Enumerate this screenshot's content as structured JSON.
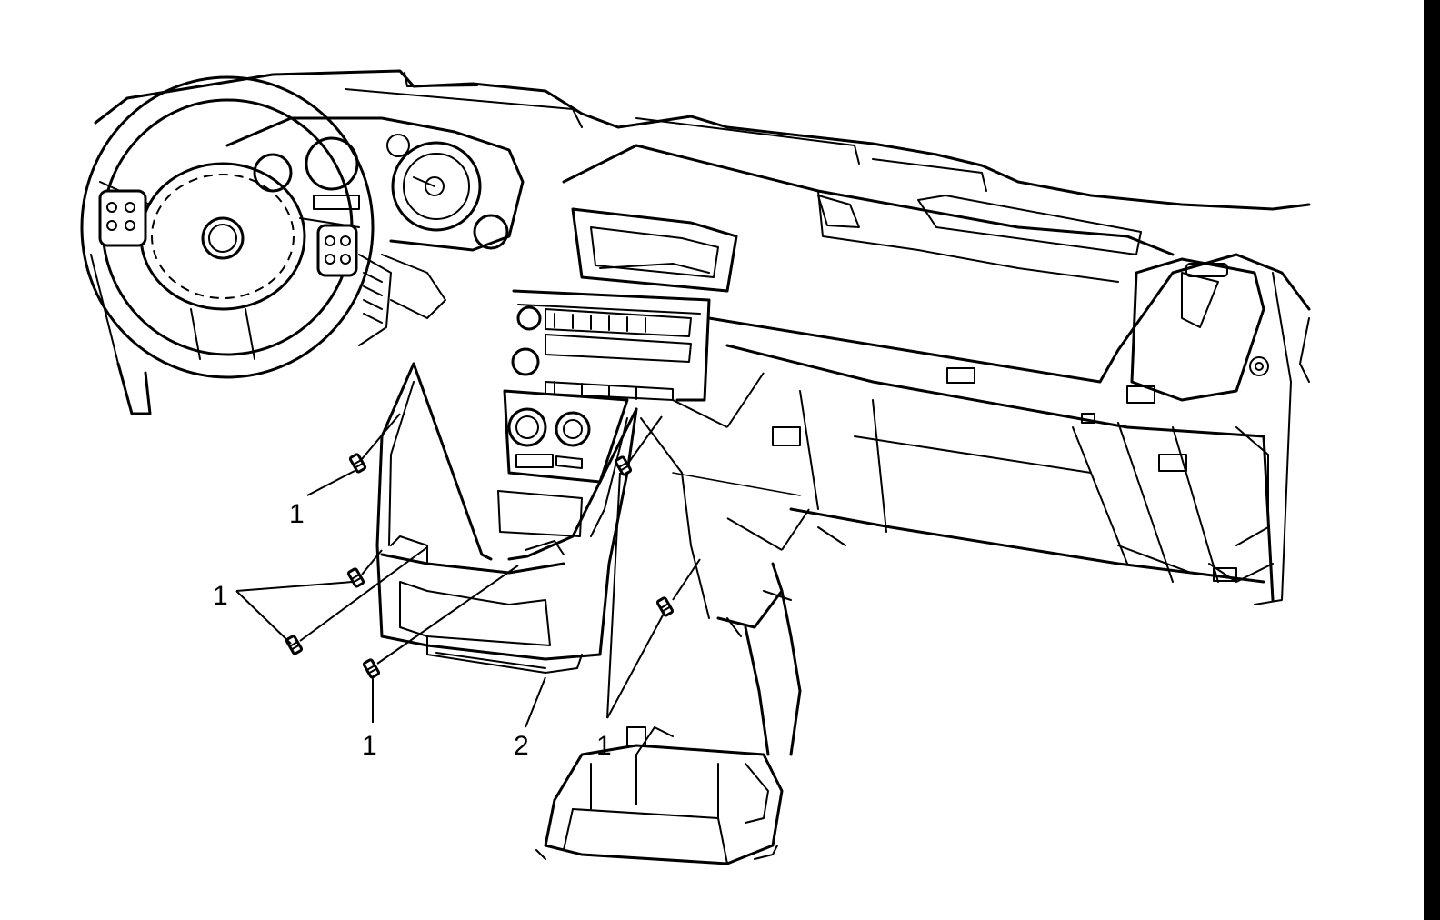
{
  "diagram": {
    "callouts": [
      {
        "id": "a",
        "label": "1"
      },
      {
        "id": "b",
        "label": "1"
      },
      {
        "id": "c",
        "label": "1"
      },
      {
        "id": "d",
        "label": "2"
      },
      {
        "id": "e",
        "label": "1"
      }
    ],
    "colors": {
      "ink": "#000000",
      "paper": "#ffffff"
    }
  }
}
